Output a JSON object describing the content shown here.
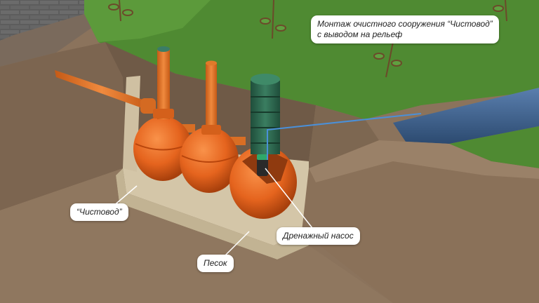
{
  "callouts": {
    "title": {
      "line1": "Монтаж очистного сооружения “Чистовод”",
      "line2": "с выводом на рельеф"
    },
    "tank": "“Чистовод”",
    "pump": "Дренажный насос",
    "sand": "Песок"
  },
  "colors": {
    "grass": "#4f8a32",
    "soil": "#8b735c",
    "soil_dark": "#6f5a47",
    "sand": "#d9ccb0",
    "tank": "#e5641e",
    "tank_dark": "#b8450c",
    "pipe": "#e07a2a",
    "pump_head": "#2f6b52",
    "water": "#3d5f8a",
    "brick": "#5a5a5a",
    "drain_line": "#4a90d9"
  }
}
